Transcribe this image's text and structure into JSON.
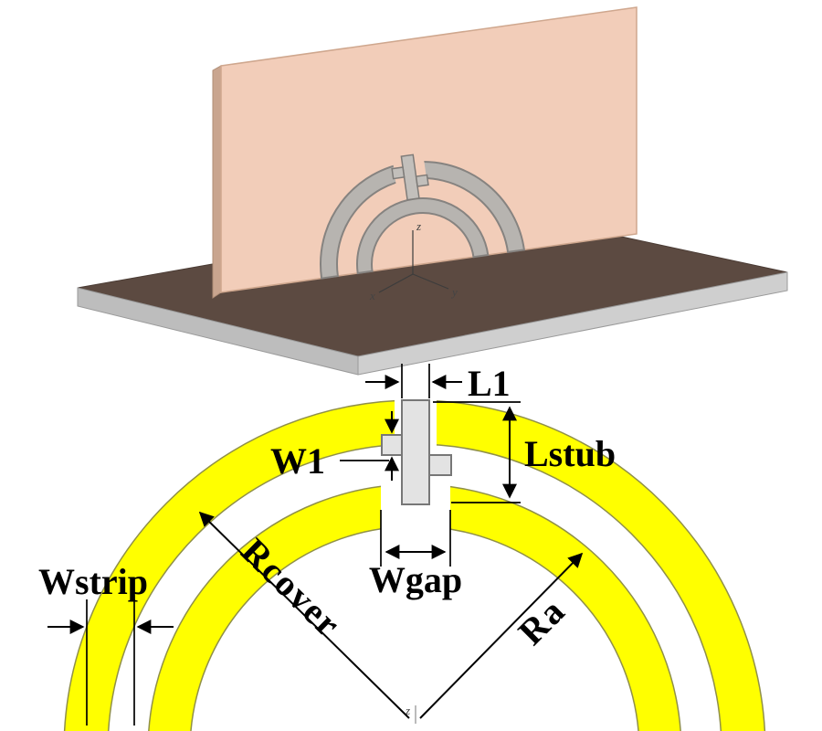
{
  "figure": {
    "description": "Antenna geometry figure: 3D model of semicircular ring antenna on vertical substrate over ground plane, with 2D dimensioned schematic below",
    "labels": {
      "l1": "L1",
      "lstub": "Lstub",
      "w1": "W1",
      "wgap": "Wgap",
      "wstrip": "Wstrip",
      "rcover": "Rcover",
      "ra": "Ra"
    },
    "axes3d": {
      "x": "x",
      "y": "y",
      "z": "z"
    },
    "center_axis_label": "z",
    "colors": {
      "ring_yellow": "#ffff00",
      "substrate_salmon": "#f2cdb9",
      "substrate_edge": "#c9a58f",
      "ground_brown": "#5c4a41",
      "board_edge_gray": "#c6c6c6",
      "metal_gray": "#b7b4b0",
      "annotation_black": "#000000"
    }
  }
}
